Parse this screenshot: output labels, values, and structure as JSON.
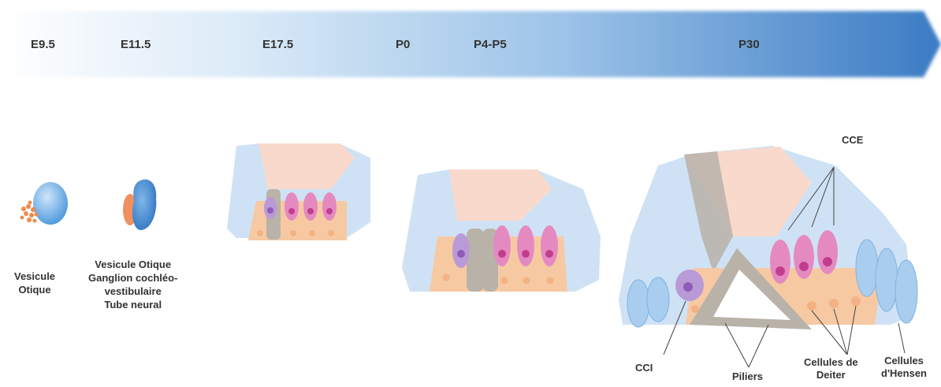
{
  "timeline": {
    "stages": [
      "E9.5",
      "E11.5",
      "E17.5",
      "P0",
      "P4-P5",
      "P30"
    ]
  },
  "captions": {
    "e95": [
      "Vesicule",
      "Otique"
    ],
    "e115": [
      "Vesicule Otique",
      "Ganglion cochléo-",
      "vestibulaire",
      "Tube neural"
    ]
  },
  "labels": {
    "cce": "CCE",
    "cci": "CCI",
    "piliers": "Piliers",
    "deiter": [
      "Cellules de",
      "Deiter"
    ],
    "hensen": [
      "Cellules",
      "d'Hensen"
    ]
  },
  "colors": {
    "arrow_start": "#ffffff",
    "arrow_end": "#3b7bc4",
    "duct": "#cfe2f5",
    "pillar": "#b9b2a9",
    "support": "#f6c9a3",
    "hair_cell": "#e58ac1",
    "inner_hair_cell": "#b99ad6",
    "hensen": "#a9cdef"
  }
}
